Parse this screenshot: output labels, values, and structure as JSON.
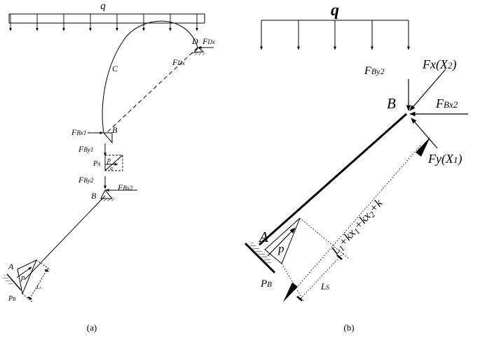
{
  "panel_a": {
    "load": "q",
    "node_d": "D",
    "force_dx_top": "F",
    "force_dx_top_sub": "Dx",
    "force_dx_side": "F",
    "force_dx_side_sub": "Dx",
    "node_c": "C",
    "force_bx1": "F",
    "force_bx1_sub": "Bx1",
    "node_b_upper": "B",
    "force_by1": "F",
    "force_by1_sub": "By1",
    "p_small": "p",
    "pa": "P",
    "pa_sub": "A",
    "alpha": "a",
    "force_by2": "F",
    "force_by2_sub": "By2",
    "node_b_lower": "B",
    "force_bx2": "F",
    "force_bx2_sub": "Bx2",
    "node_a": "A",
    "p_a": "p",
    "pb": "P",
    "pb_sub": "B",
    "ls": "L",
    "ls_sub": "s",
    "caption": "(a)"
  },
  "panel_b": {
    "load": "q",
    "force_by2": "F",
    "force_by2_sub": "By2",
    "force_x": "Fx(X",
    "force_x_sub": "2",
    "force_x_close": ")",
    "node_b": "B",
    "force_bx2": "F",
    "force_bx2_sub": "Bx2",
    "force_y": "Fy(X",
    "force_y_sub": "1",
    "force_y_close": ")",
    "length_label": "L",
    "length_sub1": "1",
    "length_mid1": "+kx",
    "length_sub2": "1",
    "length_mid2": "+kx",
    "length_sub3": "2",
    "length_end": "+k",
    "node_a": "A",
    "p": "p",
    "pb": "P",
    "pb_sub": "B",
    "ls": "L",
    "ls_sub": "S",
    "caption": "(b)"
  }
}
